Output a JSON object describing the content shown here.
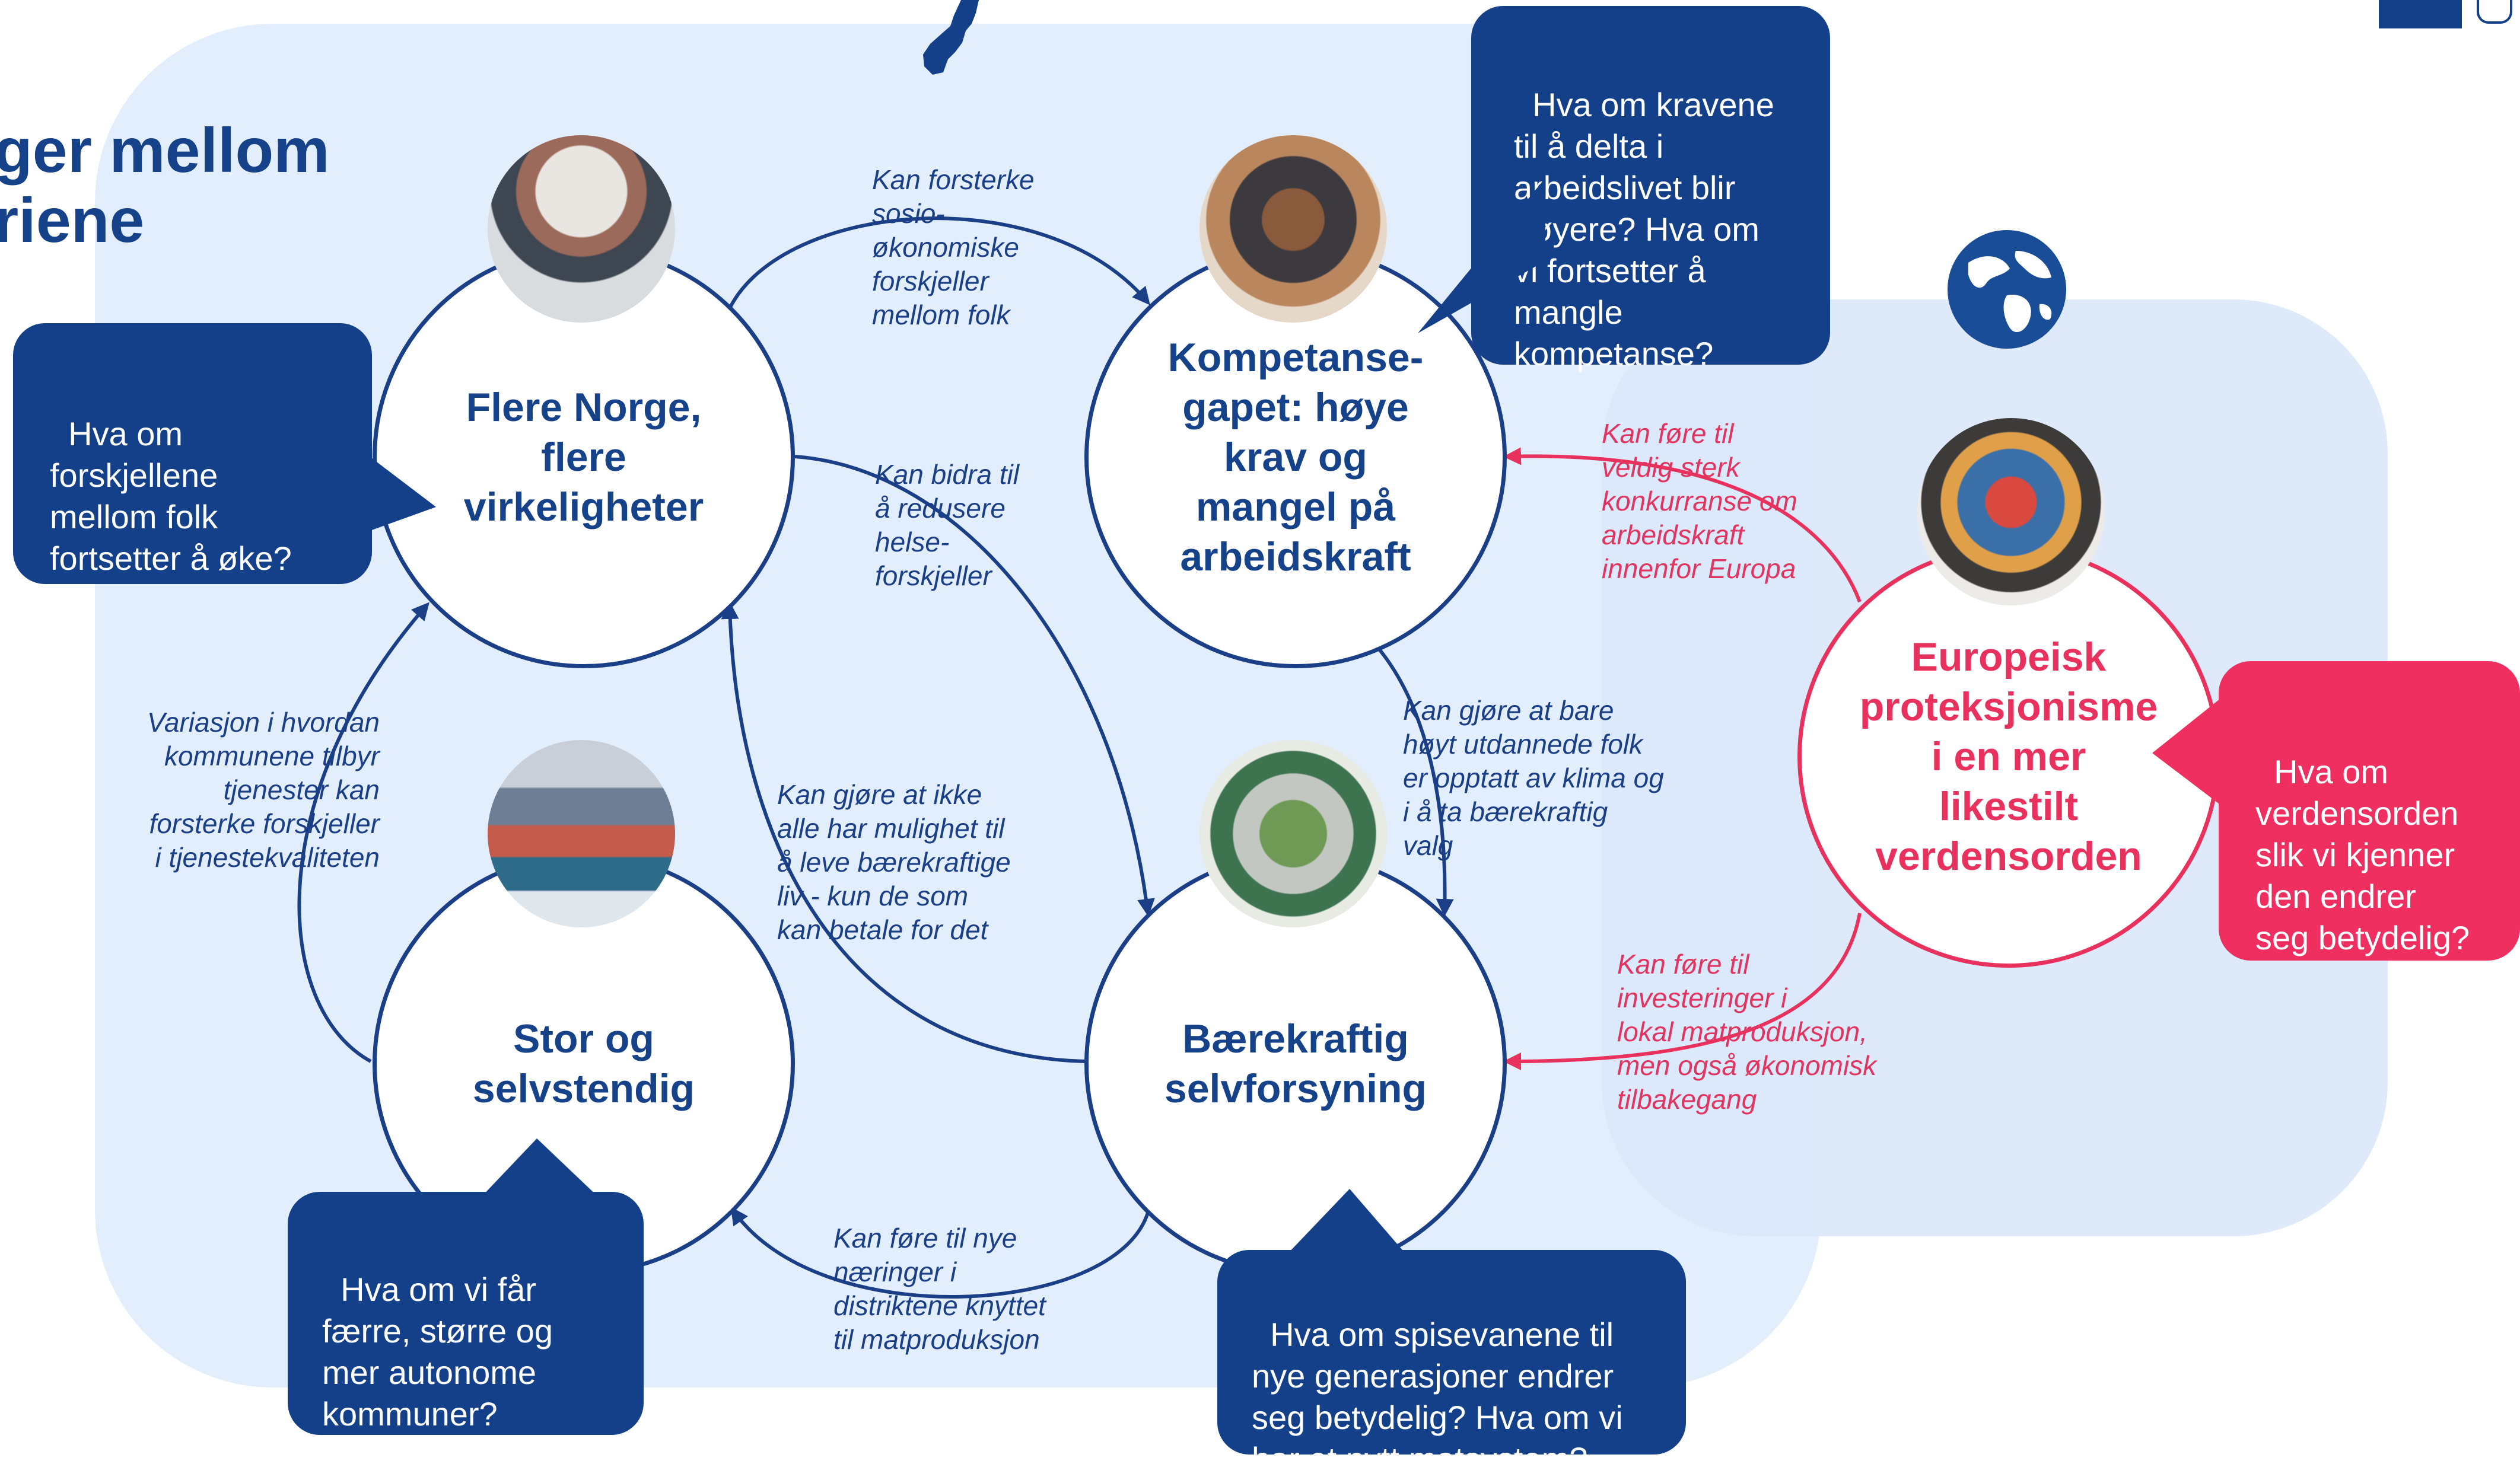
{
  "title": "ger mellom\nriene",
  "scenarios": {
    "flere_norge": "Flere Norge,\nflere\nvirkeligheter",
    "kompetansegapet": "Kompetanse-\ngapet: høye\nkrav og\nmangel på\narbeidskraft",
    "stor_og_selvstendig": "Stor og\nselvstendig",
    "baerekraftig": "Bærekraftig\nselvforsyning",
    "europeisk": "Europeisk\nproteksjonisme\ni en mer\nlikestilt\nverdensorden"
  },
  "questions": {
    "forskjeller": "Hva om\nforskjellene\nmellom folk\nfortsetter å øke?",
    "kravene": "Hva om kravene\ntil å delta i\narbeidslivet blir\nhøyere? Hva om\nvi fortsetter å\nmangle\nkompetanse?",
    "kommuner": "Hva om vi får\nfærre, større og\nmer autonome\nkommuner?",
    "spisevanene": "Hva om spisevanene til\nnye generasjoner endrer\nseg betydelig? Hva om vi\nhar et nytt matsystem?",
    "verdensorden": "Hva om\nverdensorden\nslik vi kjenner\nden endrer\nseg betydelig?"
  },
  "connections": {
    "sosio": "Kan forsterke\nsosio-\nøkonomiske\nforskjeller\nmellom folk",
    "helse": "Kan bidra til\nå redusere\nhelse-\nforskjeller",
    "betale": "Kan gjøre at ikke\nalle har mulighet til\nå leve bærekraftige\nliv - kun de som\nkan betale for det",
    "variasjon": "Variasjon i hvordan\nkommunene tilbyr\ntjenester kan\nforsterke forskjeller\ni tjenestekvaliteten",
    "utdannede": "Kan gjøre at bare\nhøyt utdannede folk\ner opptatt av klima og\ni å ta bærekraftig\nvalg",
    "naeringer": "Kan føre til nye\nnæringer i\ndistriktene knyttet\ntil matproduksjon",
    "konkurranse": "Kan føre til\nveldig sterk\nkonkurranse om\narbeidskraft\ninnenfor Europa",
    "matproduksjon": "Kan føre til\ninvesteringer i\nlokal matproduksjon,\nmen også økonomisk\ntilbakegang"
  },
  "colors": {
    "navy": "#14408a",
    "red": "#ee2f5f",
    "background": "#e3eefc"
  },
  "icons": [
    "norway-map-icon",
    "globe-icon",
    "logo-icon"
  ]
}
